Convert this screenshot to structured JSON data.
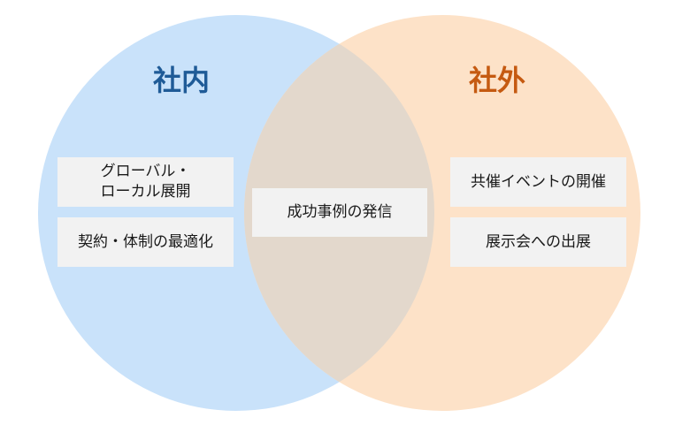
{
  "colors": {
    "inside_circle": "#c9e2fa",
    "outside_circle": "#fde2c8",
    "overlap": "#e3d8cc",
    "inside_title": "#1f5b97",
    "outside_title": "#c55a11"
  },
  "inside": {
    "title": "社内",
    "items": [
      "グローバル・\nローカル展開",
      "契約・体制の最適化"
    ]
  },
  "overlap": {
    "items": [
      "成功事例の発信"
    ]
  },
  "outside": {
    "title": "社外",
    "items": [
      "共催イベントの開催",
      "展示会への出展"
    ]
  }
}
